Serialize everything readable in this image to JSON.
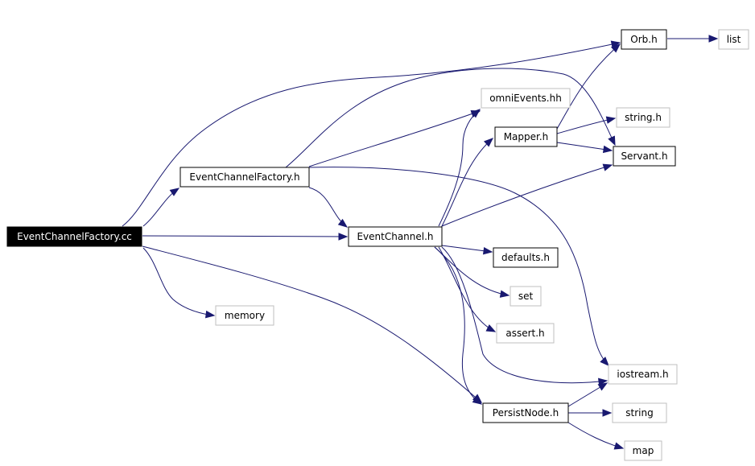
{
  "graph": {
    "nodes": [
      {
        "id": "ecf_cc",
        "label": "EventChannelFactory.cc",
        "kind": "root"
      },
      {
        "id": "ecf_h",
        "label": "EventChannelFactory.h",
        "kind": "local"
      },
      {
        "id": "ec_h",
        "label": "EventChannel.h",
        "kind": "local"
      },
      {
        "id": "mem",
        "label": "memory",
        "kind": "system"
      },
      {
        "id": "orb",
        "label": "Orb.h",
        "kind": "local"
      },
      {
        "id": "list",
        "label": "list",
        "kind": "system"
      },
      {
        "id": "omni",
        "label": "omniEvents.hh",
        "kind": "system"
      },
      {
        "id": "mapper",
        "label": "Mapper.h",
        "kind": "local"
      },
      {
        "id": "strh",
        "label": "string.h",
        "kind": "system"
      },
      {
        "id": "servant",
        "label": "Servant.h",
        "kind": "local"
      },
      {
        "id": "defaults",
        "label": "defaults.h",
        "kind": "local"
      },
      {
        "id": "set",
        "label": "set",
        "kind": "system"
      },
      {
        "id": "assert",
        "label": "assert.h",
        "kind": "system"
      },
      {
        "id": "iostream",
        "label": "iostream.h",
        "kind": "system"
      },
      {
        "id": "pnode",
        "label": "PersistNode.h",
        "kind": "local"
      },
      {
        "id": "string",
        "label": "string",
        "kind": "system"
      },
      {
        "id": "map",
        "label": "map",
        "kind": "system"
      }
    ],
    "edges": [
      {
        "from": "ecf_cc",
        "to": "ecf_h"
      },
      {
        "from": "ecf_cc",
        "to": "orb"
      },
      {
        "from": "ecf_cc",
        "to": "ec_h"
      },
      {
        "from": "ecf_cc",
        "to": "mem"
      },
      {
        "from": "ecf_cc",
        "to": "pnode"
      },
      {
        "from": "orb",
        "to": "list"
      },
      {
        "from": "ecf_h",
        "to": "omni"
      },
      {
        "from": "ecf_h",
        "to": "servant"
      },
      {
        "from": "ecf_h",
        "to": "ec_h"
      },
      {
        "from": "ecf_h",
        "to": "iostream"
      },
      {
        "from": "ec_h",
        "to": "omni"
      },
      {
        "from": "ec_h",
        "to": "mapper"
      },
      {
        "from": "ec_h",
        "to": "servant"
      },
      {
        "from": "ec_h",
        "to": "defaults"
      },
      {
        "from": "ec_h",
        "to": "set"
      },
      {
        "from": "ec_h",
        "to": "assert"
      },
      {
        "from": "ec_h",
        "to": "iostream"
      },
      {
        "from": "ec_h",
        "to": "pnode"
      },
      {
        "from": "mapper",
        "to": "orb"
      },
      {
        "from": "mapper",
        "to": "strh"
      },
      {
        "from": "mapper",
        "to": "servant"
      },
      {
        "from": "pnode",
        "to": "iostream"
      },
      {
        "from": "pnode",
        "to": "string"
      },
      {
        "from": "pnode",
        "to": "map"
      }
    ]
  },
  "colors": {
    "edge": "#191970",
    "root_fill": "#000000",
    "root_text": "#ffffff",
    "local_border": "#000000",
    "system_border": "#bfbfbf",
    "node_fill": "#ffffff",
    "node_text": "#000000"
  }
}
